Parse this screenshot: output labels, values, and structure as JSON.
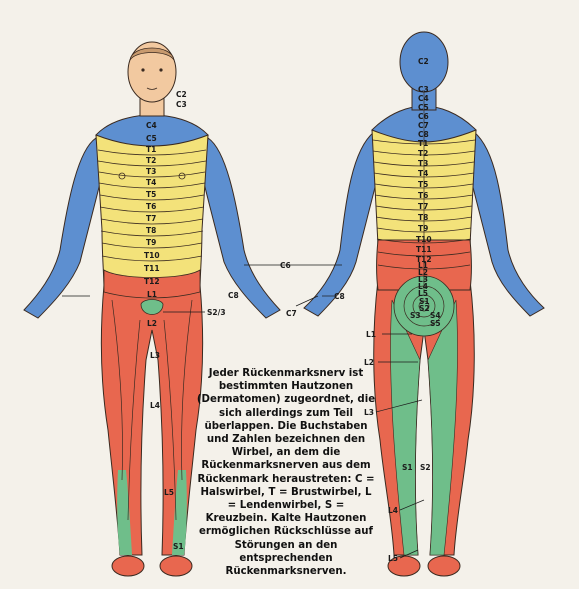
{
  "front_labels": [
    "C2",
    "C3",
    "C4",
    "C5",
    "T1",
    "T2",
    "T3",
    "T4",
    "T5",
    "T6",
    "T7",
    "T8",
    "T9",
    "T10",
    "T11",
    "T12",
    "L1",
    "L2",
    "L3",
    "L4",
    "L5",
    "S1"
  ],
  "front_callouts": [
    "S2/3",
    "C6",
    "C8",
    "C7"
  ],
  "back_labels": [
    "C2",
    "C3",
    "C4",
    "C5",
    "C6",
    "C7",
    "C8",
    "T1",
    "T2",
    "T3",
    "T4",
    "T5",
    "T6",
    "T7",
    "T8",
    "T9",
    "T10",
    "T11",
    "T12",
    "L1",
    "L2",
    "L3",
    "L4",
    "L5",
    "S1",
    "S2",
    "S3",
    "S4",
    "S5"
  ],
  "back_callouts": [
    "C8",
    "L1",
    "L2",
    "L3",
    "S1",
    "S2",
    "L4",
    "L5"
  ],
  "caption": "Jeder Rückenmarksnerv ist bestimmten Hautzonen (Dermatomen) zugeordnet, die sich allerdings zum Teil überlappen. Die Buchstaben und Zahlen bezeichnen den Wirbel, an dem die Rückenmarksnerven aus dem Rückenmark heraustreten: C = Halswirbel, T = Brustwirbel, L = Lendenwirbel, S = Kreuzbein. Kalte Hautzonen ermöglichen Rückschlüsse auf Störungen an den entsprechenden Rückenmarksnerven.",
  "colors": {
    "cervical": "#5d8fd0",
    "thoracic": "#f3e27a",
    "lumbar": "#e8674f",
    "sacral": "#6fbe8a",
    "skin": "#f2c9a0",
    "outline": "#3a2a20"
  }
}
